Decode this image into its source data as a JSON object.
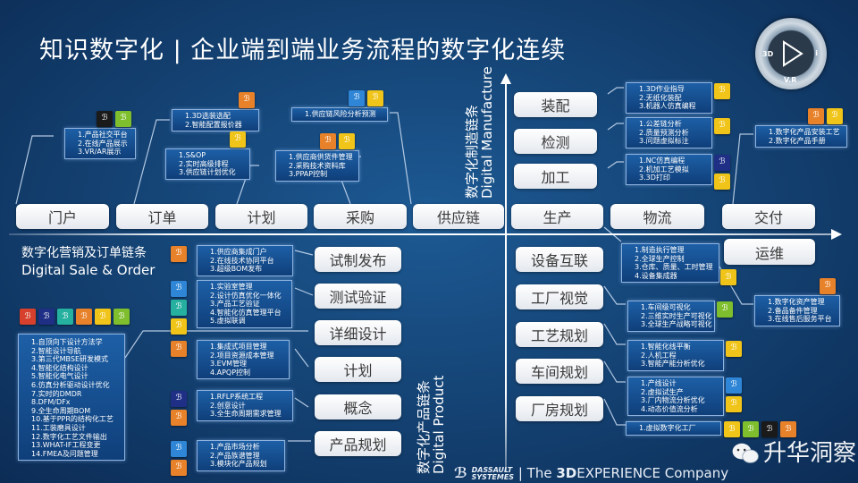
{
  "title": "知识数字化 | 企业端到端业务流程的数字化连续",
  "compass": {
    "left": "3D",
    "right": "i",
    "bottom": "V.R"
  },
  "top_stages": [
    "门户",
    "订单",
    "计划",
    "采购",
    "供应链",
    "生产",
    "物流",
    "交付"
  ],
  "ops_stage": "运维",
  "manufacture_stages": [
    "装配",
    "检测",
    "加工"
  ],
  "product_stages": [
    "试制发布",
    "测试验证",
    "详细设计",
    "计划",
    "概念",
    "产品规划"
  ],
  "factory_stages": [
    "设备互联",
    "工厂视觉",
    "工艺规划",
    "车间规划",
    "厂房规划"
  ],
  "manufacture_chain": {
    "cn": "数字化制造链条",
    "en": "Digital Manufacture"
  },
  "product_chain": {
    "cn": "数字化产品链条",
    "en": "Digital Product"
  },
  "sale_chain": {
    "cn": "数字化营销及订单链条",
    "en": "Digital Sale & Order"
  },
  "brand_colors": {
    "orange": "#e8822a",
    "yellow": "#f0c419",
    "green": "#7fbf2e",
    "blue": "#2f86d6",
    "navy": "#1f2f86",
    "teal": "#26b0a0",
    "red": "#d6402c",
    "black": "#1a1a1a"
  },
  "legend_icons": [
    "red",
    "navy",
    "teal",
    "orange",
    "yellow",
    "green"
  ],
  "boxes": {
    "portal": {
      "items": [
        "1.产品社交平台",
        "2.在线产品展示",
        "3.VR/AR展示"
      ],
      "icons": [
        "black",
        "green"
      ]
    },
    "order": {
      "items": [
        "1.3D选装选配",
        "2.智能配置报价器"
      ],
      "icons": [
        "orange"
      ]
    },
    "plan": {
      "items": [
        "1.S&OP",
        "2.实时高级排程",
        "3.供应链计划优化"
      ],
      "icons": [
        "yellow"
      ]
    },
    "supplychain": {
      "items": [
        "1.供应链风险分析预测"
      ],
      "icons": [
        "blue",
        "yellow"
      ]
    },
    "purchase": {
      "items": [
        "1.供应商供货件管理",
        "2.采购技术资料库",
        "3.PPAP控制"
      ],
      "icons": [
        "orange",
        "yellow"
      ]
    },
    "assembly": {
      "items": [
        "1.3D作业指导",
        "2.无纸化装配",
        "3.机器人仿真编程"
      ],
      "icons": [
        "yellow"
      ]
    },
    "inspection": {
      "items": [
        "1.公差链分析",
        "2.质量预测分析",
        "3.问题虚拟标注"
      ],
      "icons": [
        "yellow"
      ]
    },
    "machining": {
      "items": [
        "1.NC仿真编程",
        "2.机加工艺模拟",
        "3.3D打印"
      ],
      "icons": [
        "navy",
        "yellow"
      ]
    },
    "delivery": {
      "items": [
        "1.数字化产品安装工艺",
        "2.数字化产品手册"
      ],
      "icons": [
        "orange",
        "yellow"
      ]
    },
    "release": {
      "items": [
        "1.供应商集成门户",
        "2.在线技术协同平台",
        "3.超级BOM发布"
      ],
      "icons": [
        "orange"
      ]
    },
    "validation": {
      "items": [
        "1.实验室管理",
        "2.设计仿真优化一体化",
        "3.产品工艺验证",
        "4.智能化仿真管理平台",
        "5.虚拟联调"
      ],
      "icons": [
        "blue",
        "teal",
        "yellow"
      ]
    },
    "detail_design": {
      "items": [
        "1.自顶向下设计方法学",
        "2.智能设计导航",
        "3.第三代MBSE研发模式",
        "4.智能化结构设计",
        "5.智能化电气设计",
        "6.仿真分析驱动设计优化",
        "7.实时的DMDR",
        "8.DFM/DFx",
        "9.全生命周期BOM",
        "10.基于PPR的结构化工艺",
        "11.工装磨具设计",
        "12.数字化工艺文件输出",
        "13.WHAT-IF工程变更",
        "14.FMEA及问题管理"
      ],
      "icons": []
    },
    "project_plan": {
      "items": [
        "1.集成式项目管理",
        "2.项目资源成本管理",
        "3.EVM管理",
        "4.APQP控制"
      ],
      "icons": [
        "orange"
      ]
    },
    "concept": {
      "items": [
        "1.RFLP系统工程",
        "2.创意设计",
        "3.全生命周期需求管理"
      ],
      "icons": [
        "navy",
        "orange"
      ]
    },
    "product_planning": {
      "items": [
        "1.产品市场分析",
        "2.产品族谱管理",
        "3.模块化产品规划"
      ],
      "icons": [
        "blue",
        "orange"
      ]
    },
    "production": {
      "items": [
        "1.制造执行管理",
        "2.全球生产控制",
        "3.仓库、质量、工时管理",
        "4.设备集成器"
      ],
      "icons": [
        "yellow"
      ]
    },
    "factory_vision": {
      "items": [
        "1.车间级可视化",
        "2.三维实时生产可视化",
        "3.全球生产战略可视化"
      ],
      "icons": [
        "green"
      ]
    },
    "operations": {
      "items": [
        "1.数字化资产管理",
        "2.备品备件管理",
        "3.在线售后服务平台"
      ],
      "icons": [
        "orange"
      ]
    },
    "process_planning": {
      "items": [
        "1.智能化线平衡",
        "2.人机工程",
        "3.智能产能分析优化"
      ],
      "icons": [
        "yellow"
      ]
    },
    "workshop_planning": {
      "items": [
        "1.产线设计",
        "2.虚拟试生产",
        "3.厂内物流分析优化",
        "4.动态价值流分析"
      ],
      "icons": [
        "blue",
        "yellow"
      ]
    },
    "plant_planning": {
      "items": [
        "1.虚拟数字化工厂"
      ],
      "icons": [
        "yellow",
        "green",
        "black",
        "orange"
      ]
    }
  },
  "footer": {
    "company_line1": "DASSAULT",
    "company_line2": "SYSTEMES",
    "tagline_pre": "| The ",
    "tagline_bold": "3D",
    "tagline_post": "EXPERIENCE Company"
  },
  "watermark": "升华洞察"
}
